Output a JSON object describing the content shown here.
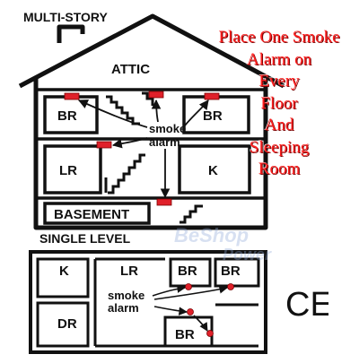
{
  "multistory": {
    "title": "MULTI-STORY",
    "attic": "ATTIC",
    "br_left": "BR",
    "br_right": "BR",
    "lr": "LR",
    "k": "K",
    "basement": "BASEMENT",
    "callout_line1": "smoke",
    "callout_line2": "alarm"
  },
  "single": {
    "title": "SINGLE LEVEL",
    "k": "K",
    "lr": "LR",
    "br1": "BR",
    "br2": "BR",
    "dr": "DR",
    "br3": "BR",
    "callout_line1": "smoke",
    "callout_line2": "alarm"
  },
  "note": {
    "lines": [
      "Place One Smoke",
      "Alarm on",
      "Every",
      "Floor",
      "And",
      "Sleeping",
      "Room"
    ]
  },
  "watermark": {
    "line1": "BeShop",
    "line2": "Power"
  },
  "ce_mark": "CE",
  "colors": {
    "alarm": "#e0202a",
    "note_text": "#ff1f1f",
    "ink": "#111111",
    "watermark": "#8fa8d8"
  },
  "icons": [
    "house-outline",
    "smoke-alarm-marker",
    "callout-arrow",
    "ce-mark"
  ]
}
